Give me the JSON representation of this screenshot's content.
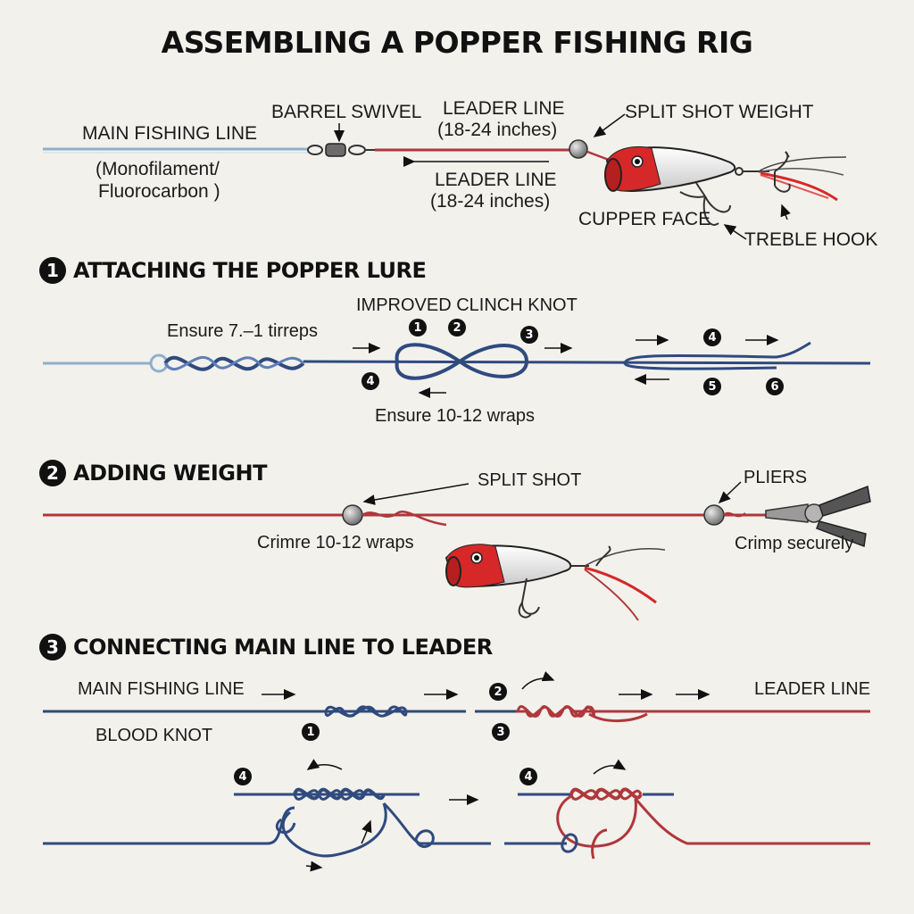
{
  "title": "ASSEMBLING A POPPER FISHING RIG",
  "overview": {
    "main_line": "MAIN FISHING LINE",
    "main_line_note1": "(Monofilament/",
    "main_line_note2": "Fluorocarbon )",
    "swivel": "BARREL SWIVEL",
    "leader_top1": "LEADER LINE",
    "leader_top2": "(18-24 inches)",
    "leader_bot1": "LEADER LINE",
    "leader_bot2": "(18-24 inches)",
    "split_shot": "SPLIT SHOT WEIGHT",
    "cupper_face": "CUPPER FACE",
    "treble_hook": "TREBLE HOOK"
  },
  "section1": {
    "num": "1",
    "title": "ATTACHING THE POPPER LURE",
    "knot": "IMPROVED CLINCH KNOT",
    "ensure_left": "Ensure 7.–1 tirreps",
    "ensure_wraps": "Ensure 10-12 wraps",
    "steps": [
      "1",
      "2",
      "3",
      "4",
      "4",
      "5",
      "6"
    ]
  },
  "section2": {
    "num": "2",
    "title": "ADDING WEIGHT",
    "split_shot": "SPLIT SHOT",
    "crimp_wraps": "Crimre 10-12 wraps",
    "pliers": "PLIERS",
    "crimp_securely": "Crimp securely"
  },
  "section3": {
    "num": "3",
    "title": "CONNECTING MAIN LINE TO LEADER",
    "main_line": "MAIN FISHING LINE",
    "blood_knot": "BLOOD KNOT",
    "leader_line": "LEADER LINE",
    "steps": [
      "1",
      "2",
      "3",
      "4",
      "4"
    ]
  },
  "colors": {
    "background": "#f2f1ec",
    "main_line": "#2f4a7e",
    "leader_line": "#b0373b",
    "light_line": "#8fb0cc",
    "lure_red": "#d62828"
  }
}
